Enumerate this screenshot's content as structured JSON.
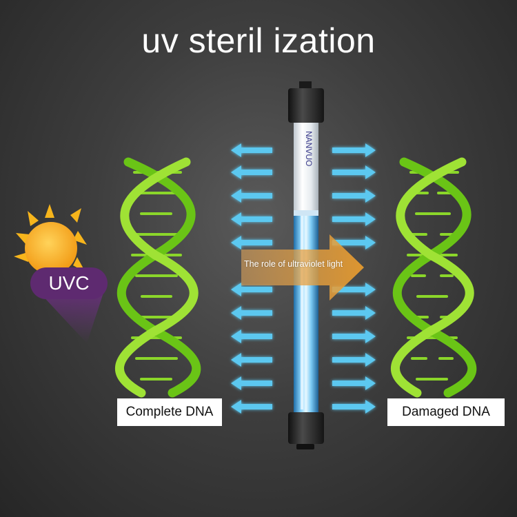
{
  "title": "uv steril ization",
  "uvc_label": "UVC",
  "center_arrow_text": "The role of ultraviolet light",
  "left_label": "Complete DNA",
  "right_label": "Damaged DNA",
  "lamp_print": "NANVUO",
  "colors": {
    "dna": "#7ed321",
    "arrow": "#5cc8f0",
    "sun": "#f7b51c",
    "uvc_badge": "#5e2a70",
    "center_arrow": "#e0a040"
  }
}
